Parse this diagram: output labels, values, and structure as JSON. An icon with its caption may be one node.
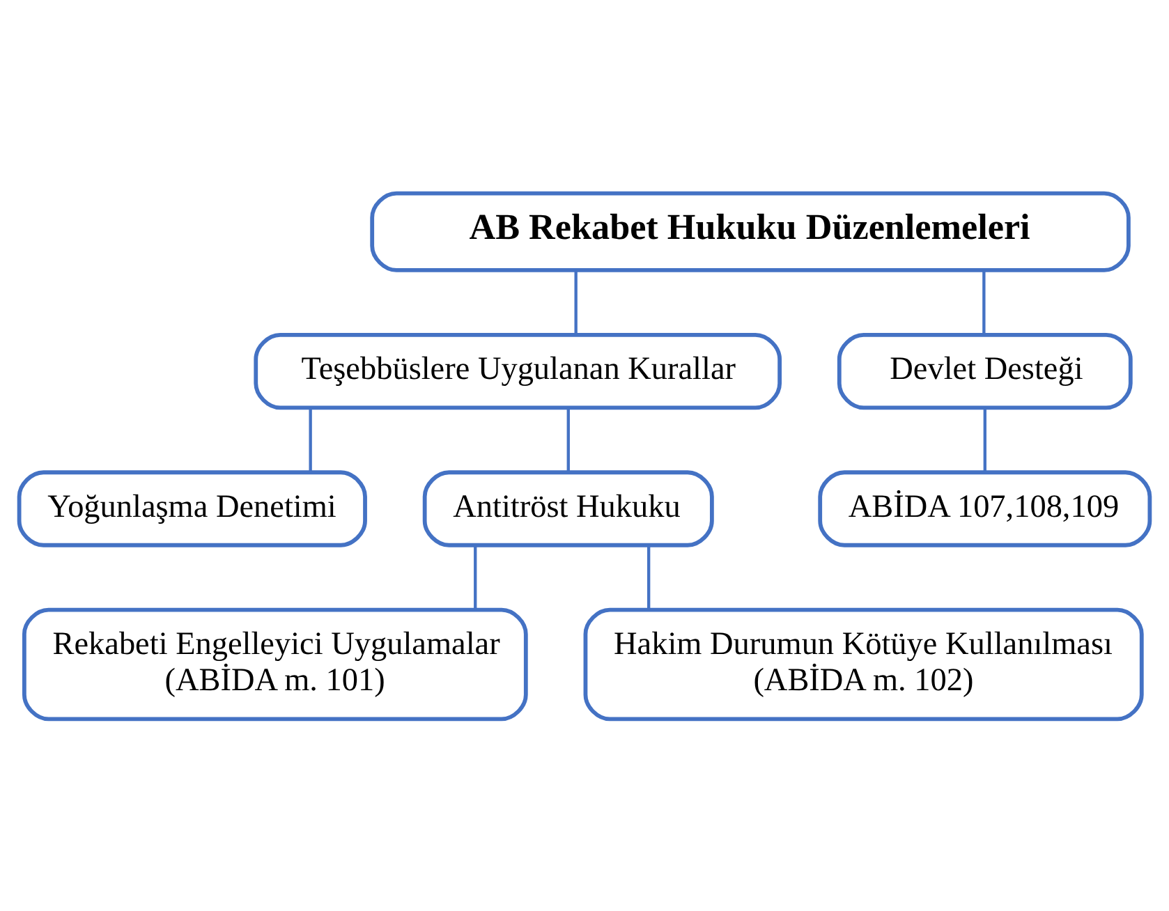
{
  "diagram": {
    "nodes": [
      {
        "text": [
          "AB Rekabet Hukuku Düzenlemeleri"
        ]
      },
      {
        "text": [
          "Teşebbüslere Uygulanan Kurallar"
        ]
      },
      {
        "text": [
          "Devlet Desteği"
        ]
      },
      {
        "text": [
          "Yoğunlaşma Denetimi"
        ]
      },
      {
        "text": [
          "Antitröst Hukuku"
        ]
      },
      {
        "text": [
          "ABİDA 107,108,109"
        ]
      },
      {
        "text": [
          "Rekabeti Engelleyici Uygulamalar",
          "(ABİDA m. 101)"
        ]
      },
      {
        "text": [
          "Hakim Durumun Kötüye Kullanılması",
          "(ABİDA m. 102)"
        ]
      }
    ],
    "edges": [
      {
        "from": 0,
        "to": 1,
        "arrow": "none"
      },
      {
        "from": 0,
        "to": 2,
        "arrow": "none"
      },
      {
        "from": 1,
        "to": 3,
        "arrow": "none"
      },
      {
        "from": 1,
        "to": 4,
        "arrow": "none"
      },
      {
        "from": 2,
        "to": 5,
        "arrow": "none"
      },
      {
        "from": 4,
        "to": 6,
        "arrow": "none"
      },
      {
        "from": 4,
        "to": 7,
        "arrow": "none"
      }
    ]
  }
}
